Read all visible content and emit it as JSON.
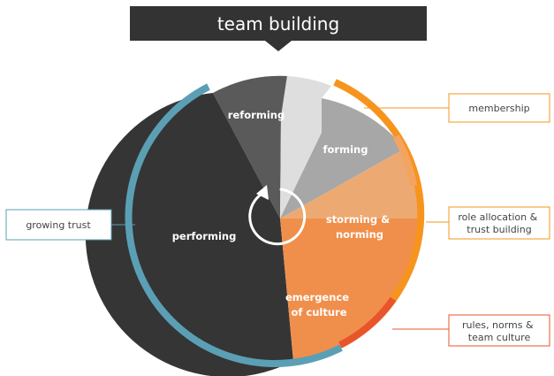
{
  "title": "team building",
  "colors": {
    "title_bg": "#333333",
    "ring_blue": "#5b9fb5",
    "ring_orange": "#f7941d",
    "ring_light_orange": "#f4a460",
    "ring_red": "#e8552a",
    "box_blue_border": "#5b9fb5",
    "box_orange_border": "#f7941d",
    "box_red_border": "#e8552a"
  },
  "segments": [
    {
      "id": "reforming",
      "label": [
        "reforming"
      ],
      "color": "#5a5a5a"
    },
    {
      "id": "forming",
      "label": [
        "forming"
      ],
      "color": "#a7a7a7"
    },
    {
      "id": "storming",
      "label": [
        "storming &",
        "norming"
      ],
      "color": "#ecaa72"
    },
    {
      "id": "emergence",
      "label": [
        "emergence",
        "of culture"
      ],
      "color": "#f08f4c"
    },
    {
      "id": "performing",
      "label": [
        "performing"
      ],
      "color": "#353535"
    }
  ],
  "callouts": [
    {
      "id": "membership",
      "lines": [
        "membership"
      ],
      "accent": "orange"
    },
    {
      "id": "role",
      "lines": [
        "role allocation &",
        "trust building"
      ],
      "accent": "orange"
    },
    {
      "id": "rules",
      "lines": [
        "rules, norms &",
        "team culture"
      ],
      "accent": "red"
    },
    {
      "id": "trust",
      "lines": [
        "growing trust"
      ],
      "accent": "blue"
    }
  ],
  "cycle_icon": "clockwise-cycle-arrow-icon"
}
